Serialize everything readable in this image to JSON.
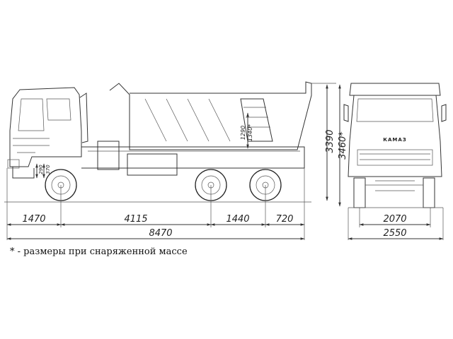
{
  "dimensions": {
    "front_overhang": "1470",
    "wheelbase_first": "4115",
    "wheelbase_rear": "1440",
    "rear_overhang": "720",
    "overall_length": "8470",
    "overall_height": "3390",
    "height_curb": "3460*",
    "box_height": "1290",
    "box_height_curb": "1340*",
    "axle_left": "290",
    "axle_right": "370",
    "rear_track": "2070",
    "overall_width": "2550"
  },
  "brand_badge": "КАМАЗ",
  "footnote": "* - размеры при снаряженной массе"
}
